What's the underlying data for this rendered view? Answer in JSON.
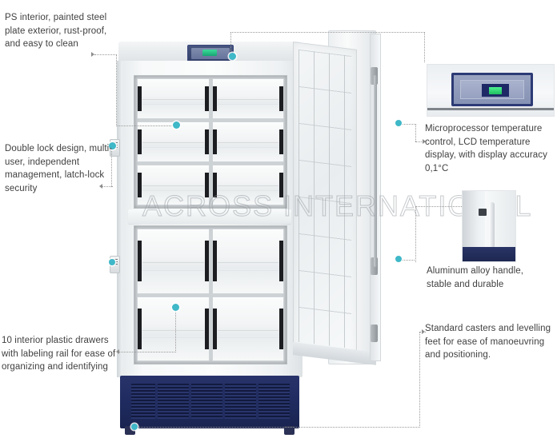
{
  "product": {
    "name": "upright-ultra-low-temperature-freezer",
    "watermark": "ACROSS INTERNATIONAL"
  },
  "colors": {
    "accent_dot": "#3fb8c8",
    "base_navy": "#1e2a5e",
    "panel_navy": "#2c3a75",
    "lcd_green": "#2fd184",
    "text": "#404040",
    "leader": "#9a9a9a"
  },
  "callouts": [
    {
      "id": "interior",
      "side": "left",
      "text": "PS interior, painted steel plate exterior, rust-proof, and easy to clean"
    },
    {
      "id": "lock",
      "side": "left",
      "text": "Double lock design, multi-user, independent management, latch-lock security"
    },
    {
      "id": "drawers",
      "side": "left",
      "text": "10 interior plastic drawers with labeling rail for ease of organizing and identifying"
    },
    {
      "id": "microprocessor",
      "side": "right",
      "text": "Microprocessor temperature control, LCD temperature display, with display accuracy 0,1°C"
    },
    {
      "id": "handle",
      "side": "right",
      "text": "Aluminum alloy handle, stable and durable"
    },
    {
      "id": "caster",
      "side": "right",
      "text": "Standard casters and levelling feet for ease of manoeuvring and positioning."
    }
  ],
  "details": [
    {
      "id": "control-panel-detail",
      "depicts": "microprocessor-control-panel-closeup"
    },
    {
      "id": "handle-detail",
      "depicts": "aluminum-alloy-handle-closeup"
    }
  ],
  "freezer": {
    "control_panel": {
      "name": "control-panel",
      "lcd": "temperature-display"
    },
    "compartments": [
      {
        "id": "upper",
        "rows": 3,
        "columns": 2,
        "drawer_count": 6
      },
      {
        "id": "lower",
        "rows": 2,
        "columns": 2,
        "drawer_count": 4
      }
    ],
    "total_drawers": 10,
    "locks": [
      {
        "id": "upper-lock",
        "name": "upper-door-lock"
      },
      {
        "id": "lower-lock",
        "name": "lower-door-lock"
      }
    ],
    "door": {
      "name": "open-door",
      "handle": "aluminum-alloy-handle",
      "hinges": 3
    },
    "base": {
      "name": "compressor-base",
      "vents": "ventilation-grille",
      "casters": 2
    }
  }
}
